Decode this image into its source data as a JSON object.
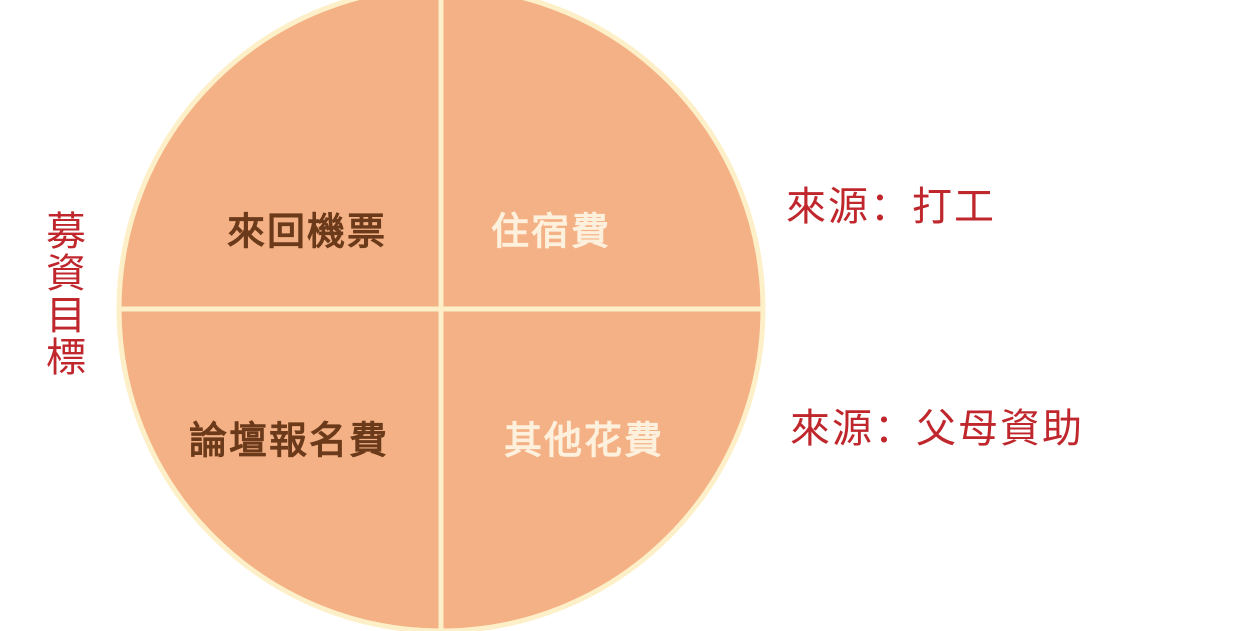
{
  "side_label": "募資目標",
  "quadrants": [
    {
      "label": "來回機票",
      "color": "#6b3a1a"
    },
    {
      "label": "住宿費",
      "color": "#fdf0dc"
    },
    {
      "label": "論壇報名費",
      "color": "#6b3a1a"
    },
    {
      "label": "其他花費",
      "color": "#fdf0dc"
    }
  ],
  "sources": [
    {
      "text": "來源：打工"
    },
    {
      "text": "來源：父母資助"
    }
  ],
  "colors": {
    "circle_fill": "#f4b185",
    "circle_stroke": "#fdf0c8",
    "accent_red": "#c0272d"
  }
}
